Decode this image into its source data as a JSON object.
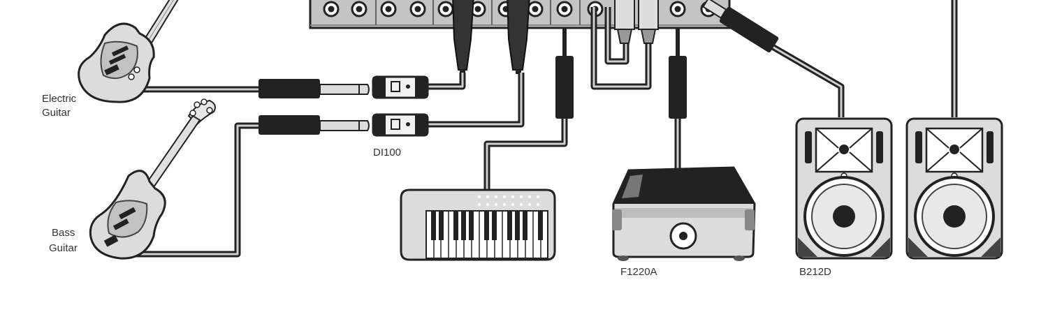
{
  "labels": {
    "electric_line1": "Electric",
    "electric_line2": "Guitar",
    "bass_line1": "Bass",
    "bass_line2": "Guitar",
    "di_box": "DI100",
    "monitor": "F1220A",
    "speaker": "B212D"
  },
  "colors": {
    "line": "#222222",
    "body": "#d9d9d9",
    "body_dark": "#bdbdbd",
    "background": "#ffffff"
  }
}
